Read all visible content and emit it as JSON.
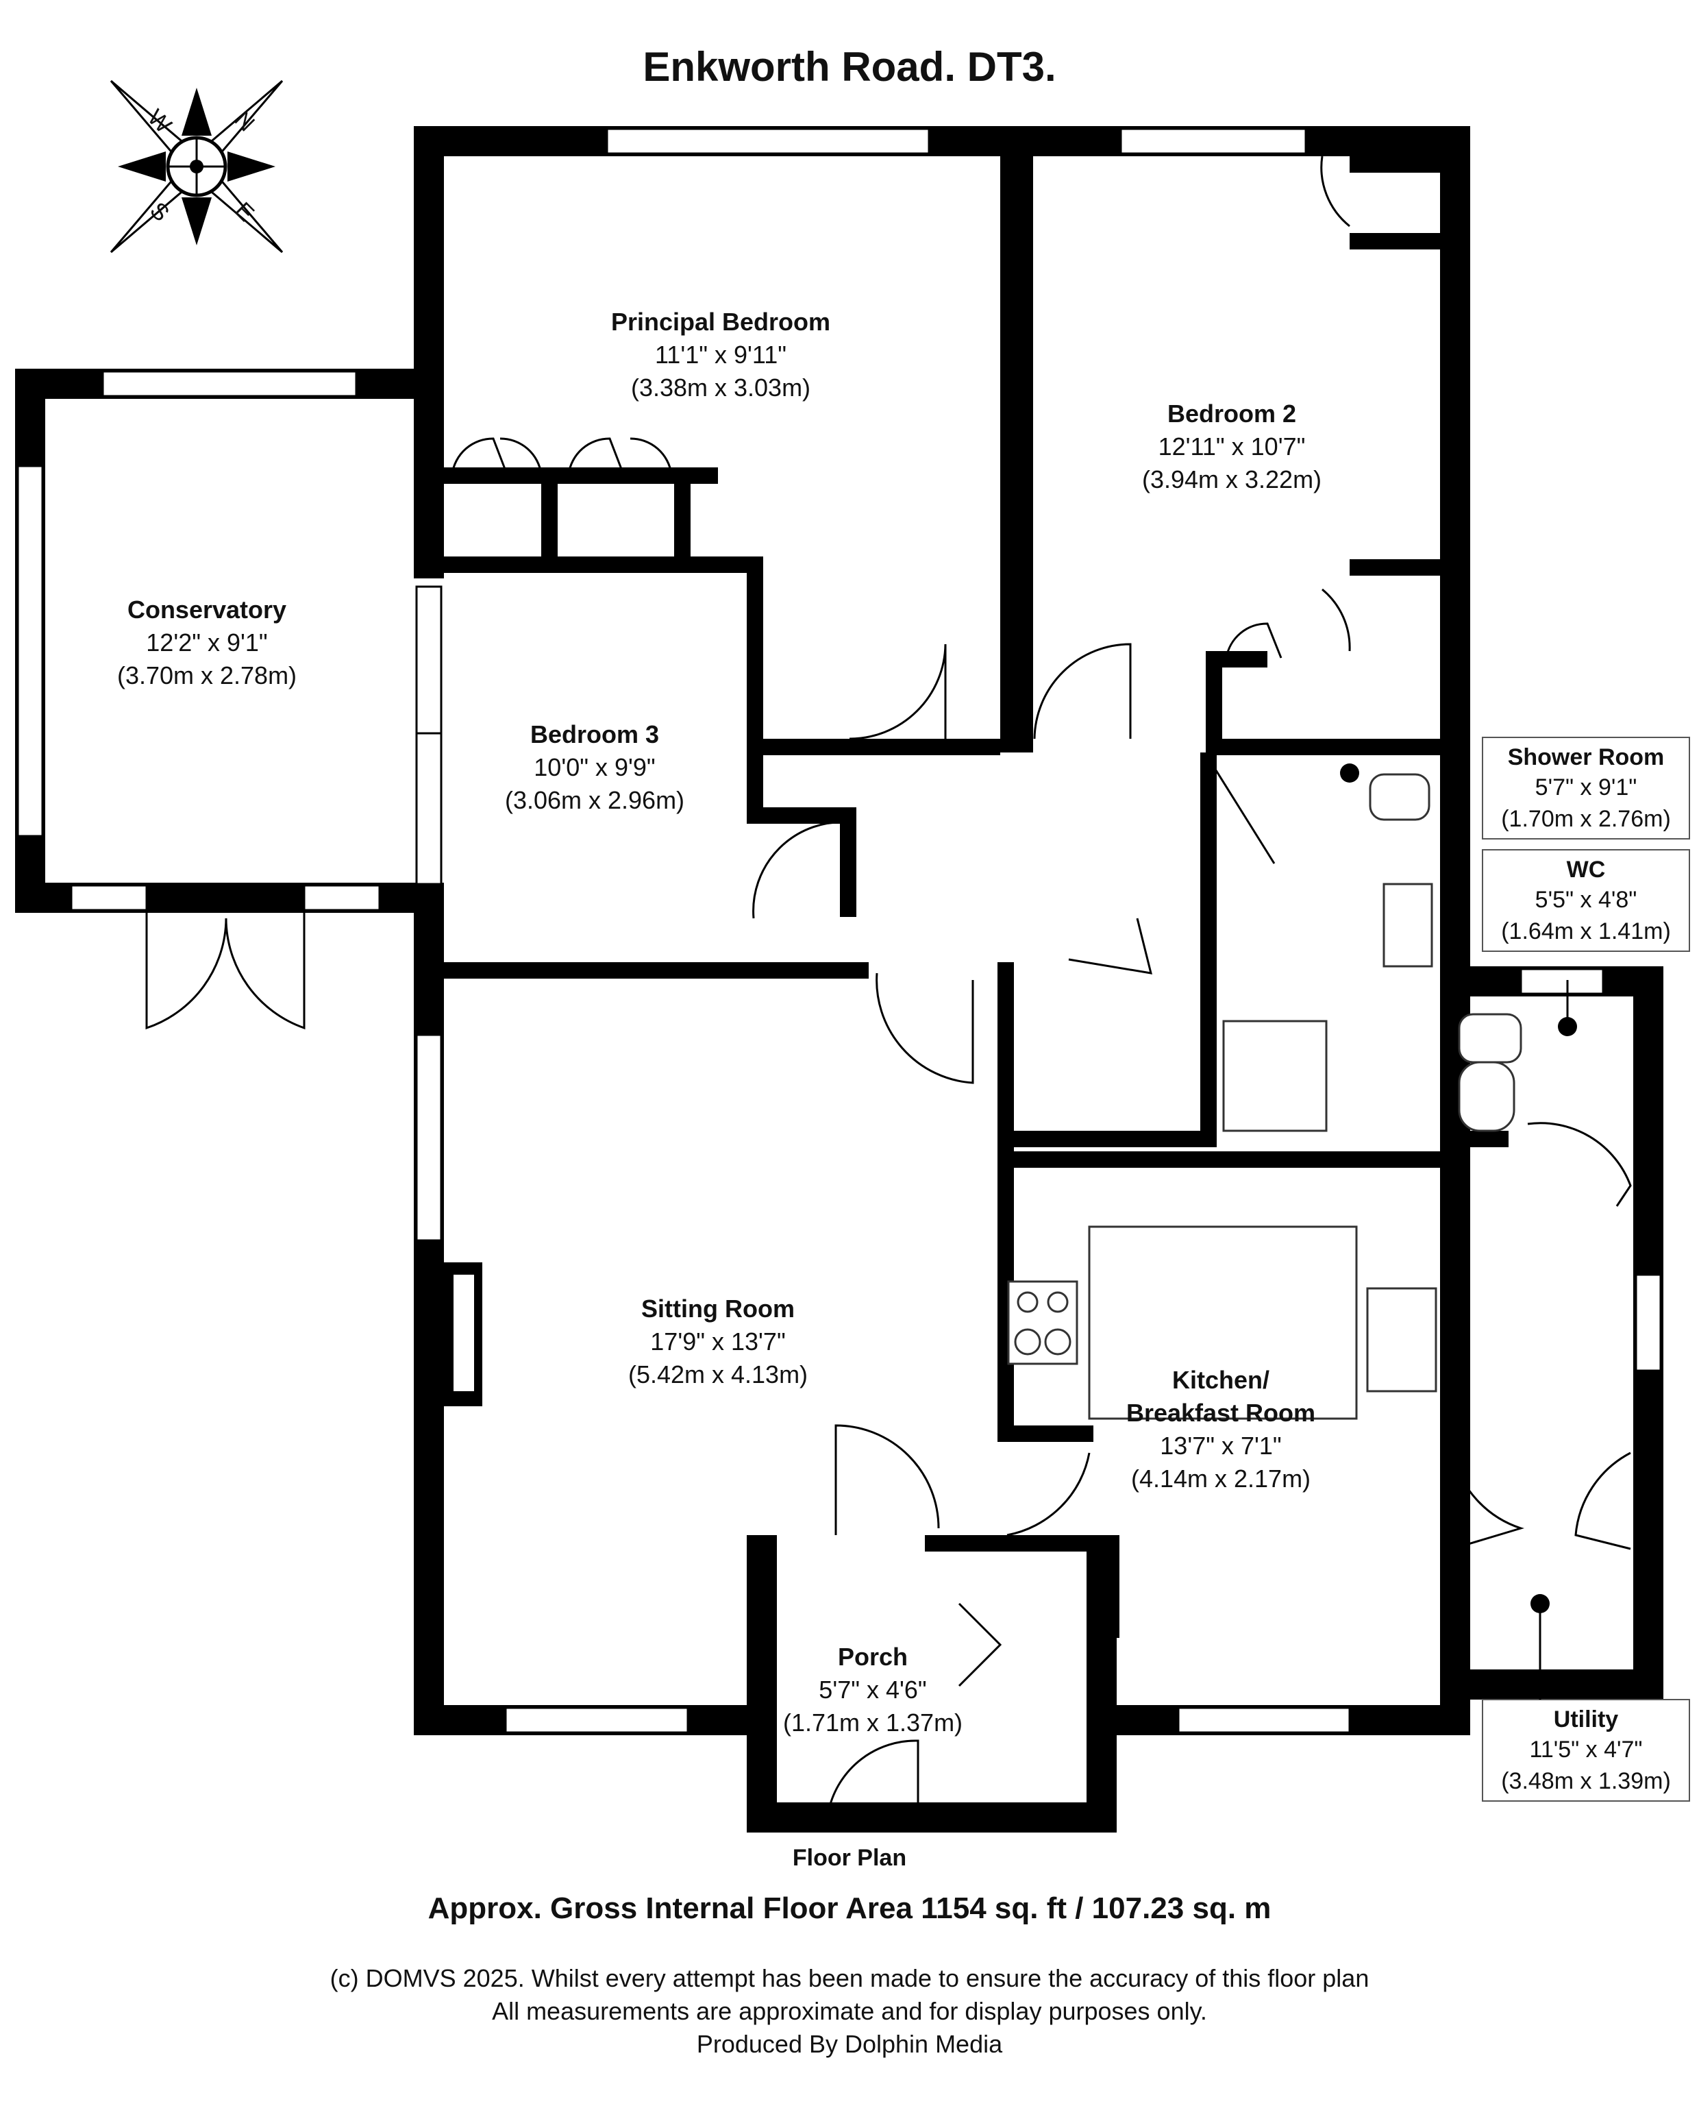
{
  "title": "Enkworth Road. DT3.",
  "compass": {
    "labels": [
      "N",
      "E",
      "S",
      "W"
    ]
  },
  "rooms": [
    {
      "id": "principal-bedroom",
      "name": "Principal Bedroom",
      "imperial": "11'1\" x 9'11\"",
      "metric": "(3.38m x 3.03m)"
    },
    {
      "id": "bedroom-2",
      "name": "Bedroom 2",
      "imperial": "12'11\" x 10'7\"",
      "metric": "(3.94m x 3.22m)"
    },
    {
      "id": "conservatory",
      "name": "Conservatory",
      "imperial": "12'2\" x 9'1\"",
      "metric": "(3.70m x 2.78m)"
    },
    {
      "id": "bedroom-3",
      "name": "Bedroom 3",
      "imperial": "10'0\" x 9'9\"",
      "metric": "(3.06m x 2.96m)"
    },
    {
      "id": "sitting-room",
      "name": "Sitting Room",
      "imperial": "17'9\" x 13'7\"",
      "metric": "(5.42m x 4.13m)"
    },
    {
      "id": "kitchen",
      "name": "Kitchen/",
      "name2": "Breakfast Room",
      "imperial": "13'7\" x 7'1\"",
      "metric": "(4.14m x 2.17m)"
    },
    {
      "id": "porch",
      "name": "Porch",
      "imperial": "5'7\" x 4'6\"",
      "metric": "(1.71m x 1.37m)"
    },
    {
      "id": "shower-room",
      "name": "Shower Room",
      "imperial": "5'7\" x 9'1\"",
      "metric": "(1.70m x 2.76m)"
    },
    {
      "id": "wc",
      "name": "WC",
      "imperial": "5'5\" x 4'8\"",
      "metric": "(1.64m x 1.41m)"
    },
    {
      "id": "utility",
      "name": "Utility",
      "imperial": "11'5\" x 4'7\"",
      "metric": "(3.48m x 1.39m)"
    }
  ],
  "footer": {
    "floor_label": "Floor Plan",
    "area": "Approx. Gross Internal Floor Area 1154 sq. ft / 107.23 sq. m",
    "copyright_lines": [
      "(c) DOMVS 2025. Whilst every attempt has been made to ensure the accuracy of this floor plan",
      "All measurements are approximate and for display purposes only.",
      "Produced By Dolphin Media"
    ]
  },
  "colors": {
    "wall": "#000000",
    "window": "#ffffff",
    "fixture": "#333333"
  }
}
